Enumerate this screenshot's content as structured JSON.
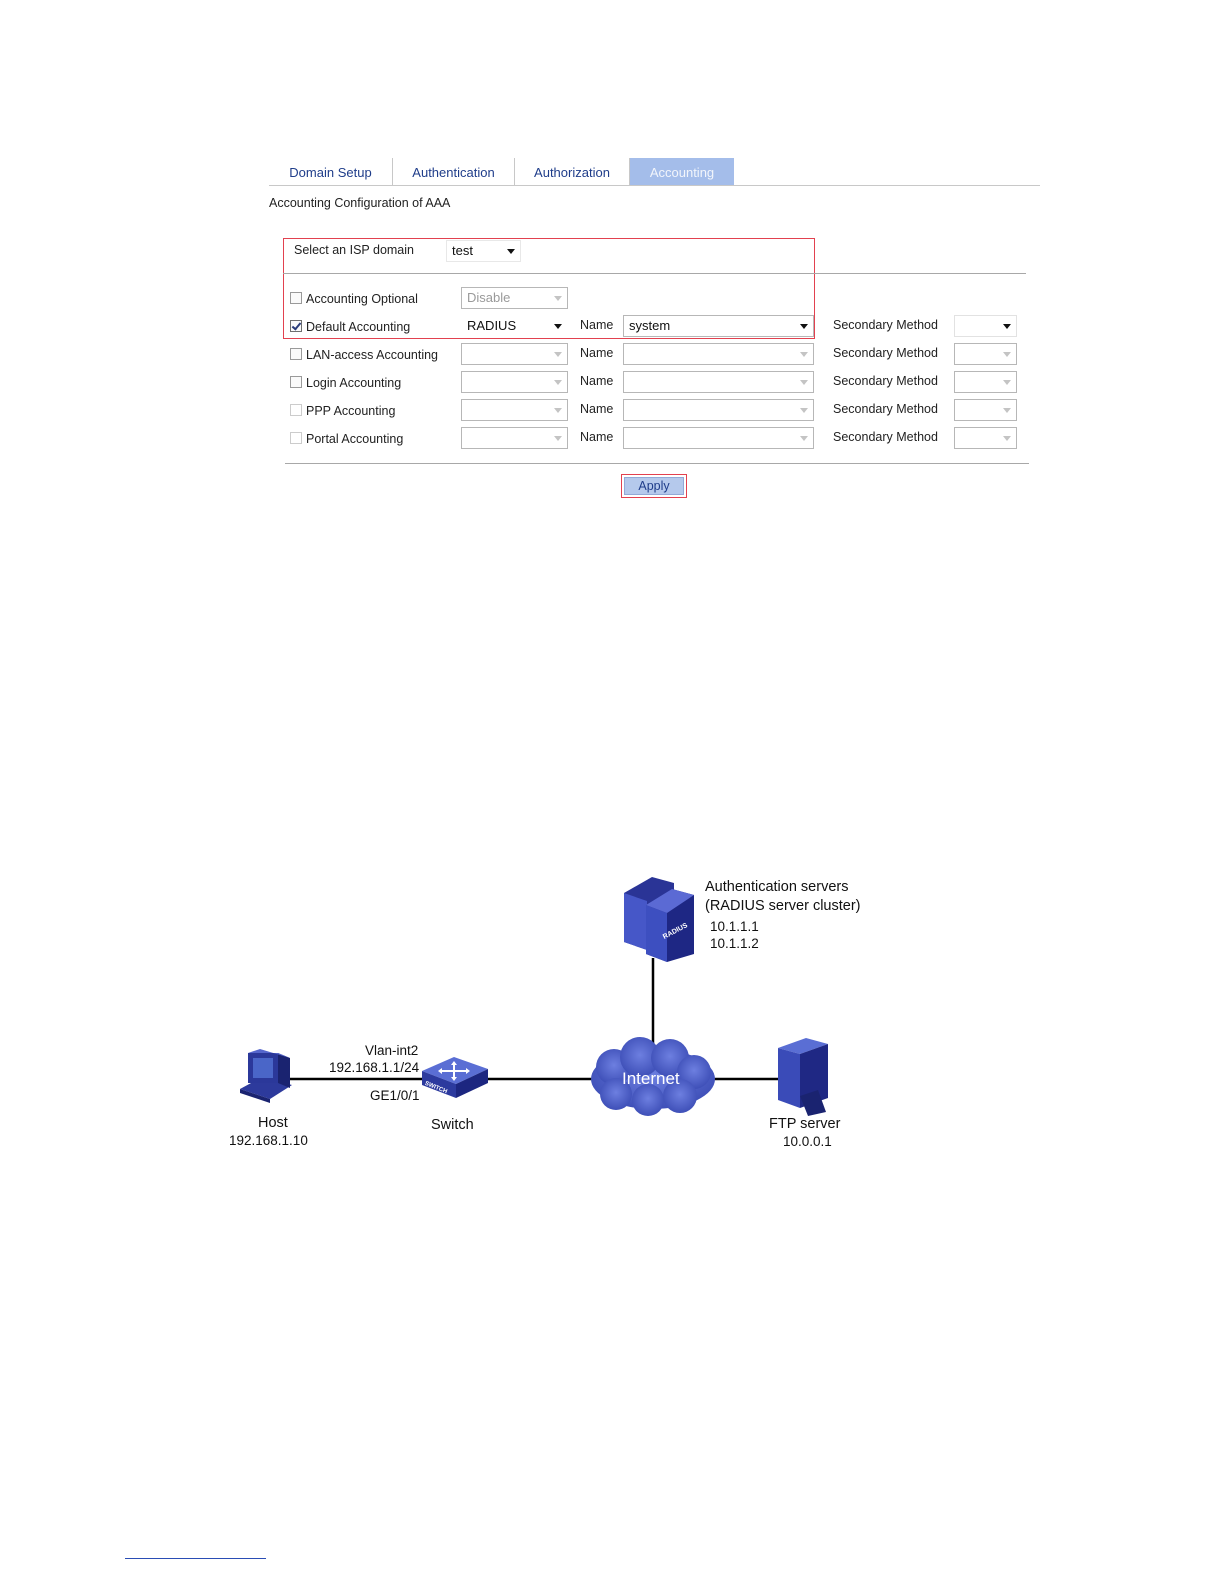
{
  "tabs": [
    {
      "label": "Domain Setup",
      "active": false
    },
    {
      "label": "Authentication",
      "active": false
    },
    {
      "label": "Authorization",
      "active": false
    },
    {
      "label": "Accounting",
      "active": true
    }
  ],
  "form": {
    "title": "Accounting Configuration of AAA",
    "isp_label": "Select an ISP domain",
    "isp_value": "test",
    "name_label": "Name",
    "secondary_label": "Secondary Method",
    "rows": [
      {
        "label": "Accounting Optional",
        "checked": false,
        "method": "Disable",
        "name": null,
        "secondary": null
      },
      {
        "label": "Default Accounting",
        "checked": true,
        "method": "RADIUS",
        "name": "system",
        "secondary": ""
      },
      {
        "label": "LAN-access Accounting",
        "checked": false,
        "method": "",
        "name": "",
        "secondary": ""
      },
      {
        "label": "Login Accounting",
        "checked": false,
        "method": "",
        "name": "",
        "secondary": ""
      },
      {
        "label": "PPP Accounting",
        "checked": false,
        "method": "",
        "name": "",
        "secondary": ""
      },
      {
        "label": "Portal Accounting",
        "checked": false,
        "method": "",
        "name": "",
        "secondary": ""
      }
    ],
    "apply_label": "Apply"
  },
  "diagram": {
    "auth_servers": {
      "title": "Authentication servers",
      "subtitle": "(RADIUS server cluster)",
      "ip1": "10.1.1.1",
      "ip2": "10.1.1.2",
      "badge": "RADIUS"
    },
    "vlan": {
      "name": "Vlan-int2",
      "ip": "192.168.1.1/24",
      "port": "GE1/0/1"
    },
    "host": {
      "name": "Host",
      "ip": "192.168.1.10"
    },
    "switch": {
      "name": "Switch",
      "badge": "SWITCH"
    },
    "internet": {
      "name": "Internet"
    },
    "ftp": {
      "name": "FTP server",
      "ip": "10.0.0.1"
    }
  }
}
